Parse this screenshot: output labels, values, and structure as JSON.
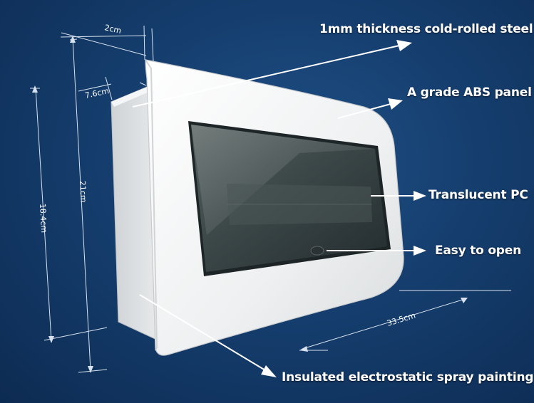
{
  "callouts": {
    "steel": "1mm thickness cold-rolled steel",
    "abs": "A grade ABS panel",
    "pc": "Translucent PC",
    "open": "Easy to open",
    "spray": "Insulated electrostatic spray painting"
  },
  "dimensions": {
    "frame_depth": "2cm",
    "box_depth": "7.6cm",
    "outer_height": "21cm",
    "inner_height": "18.4cm",
    "width": "33.5cm"
  },
  "colors": {
    "background": "#153e6e",
    "panel": "#f2f3f4",
    "window": "#2e3a3c"
  }
}
